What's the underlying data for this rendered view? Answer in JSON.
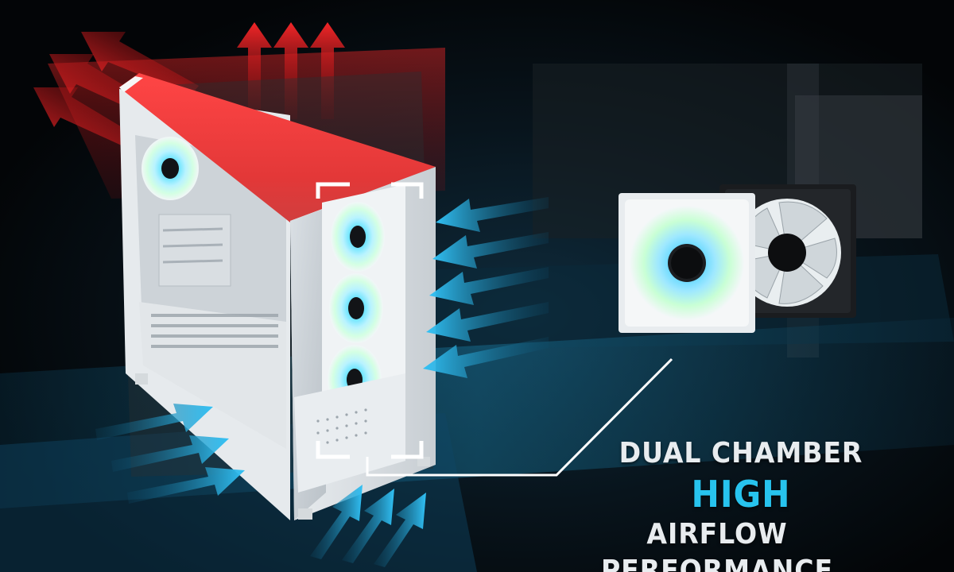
{
  "headline": {
    "line1": "DUAL CHAMBER",
    "line2": "HIGH",
    "line3": "AIRFLOW PERFORMANCE"
  },
  "colors": {
    "background": "#05080c",
    "hot_air": "#e8262a",
    "cool_air": "#2fb7ee",
    "accent_cyan": "#27c3ee",
    "text_white": "#e8ecef",
    "case_white": "#eef1f4"
  },
  "scene": {
    "product": "white dual-chamber pc case",
    "fans": "rgb fans",
    "callout": "white fan and black fan close-up"
  }
}
